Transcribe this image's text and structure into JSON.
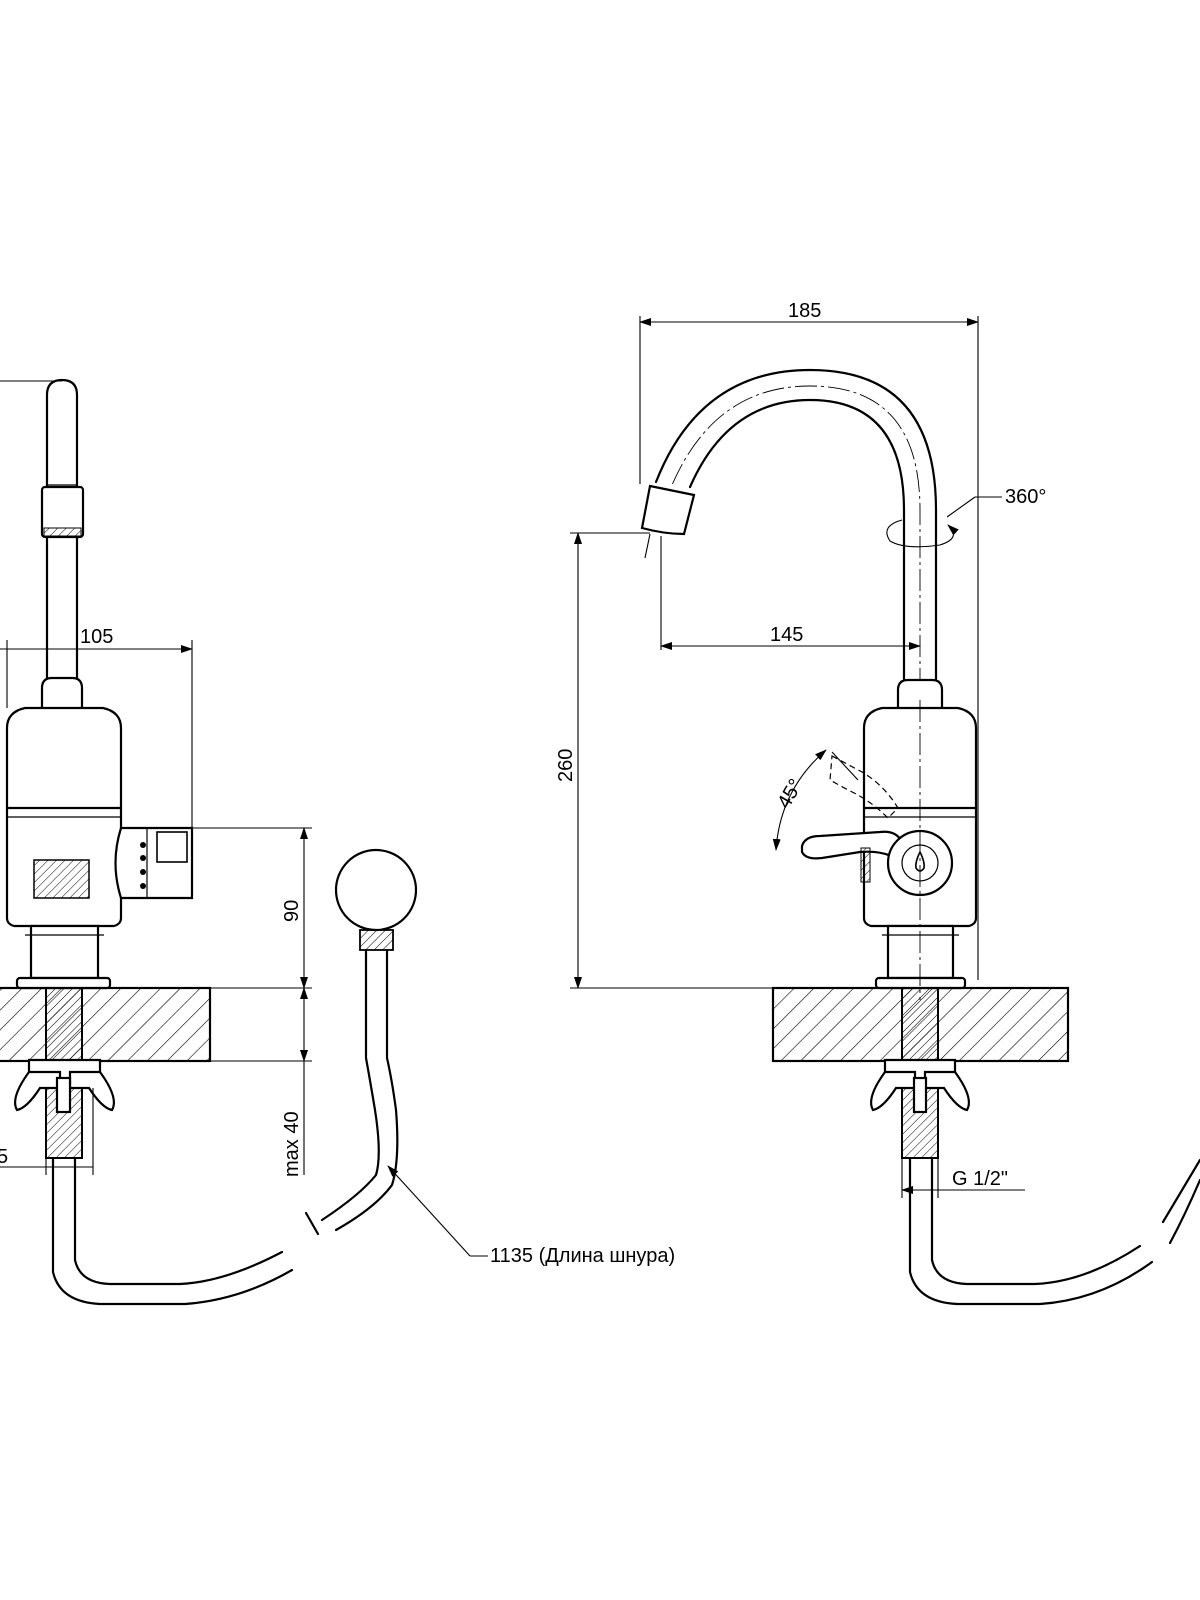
{
  "dimensions": {
    "side_width": "105",
    "side_body_height": "90",
    "side_max_thickness": "max 40",
    "side_partial": "5",
    "cord_length": "1135 (Длина шнура)",
    "front_total_width": "185",
    "front_rotation": "360°",
    "front_reach": "145",
    "front_height": "260",
    "front_lever_angle": "45°",
    "front_thread": "G 1/2\""
  }
}
